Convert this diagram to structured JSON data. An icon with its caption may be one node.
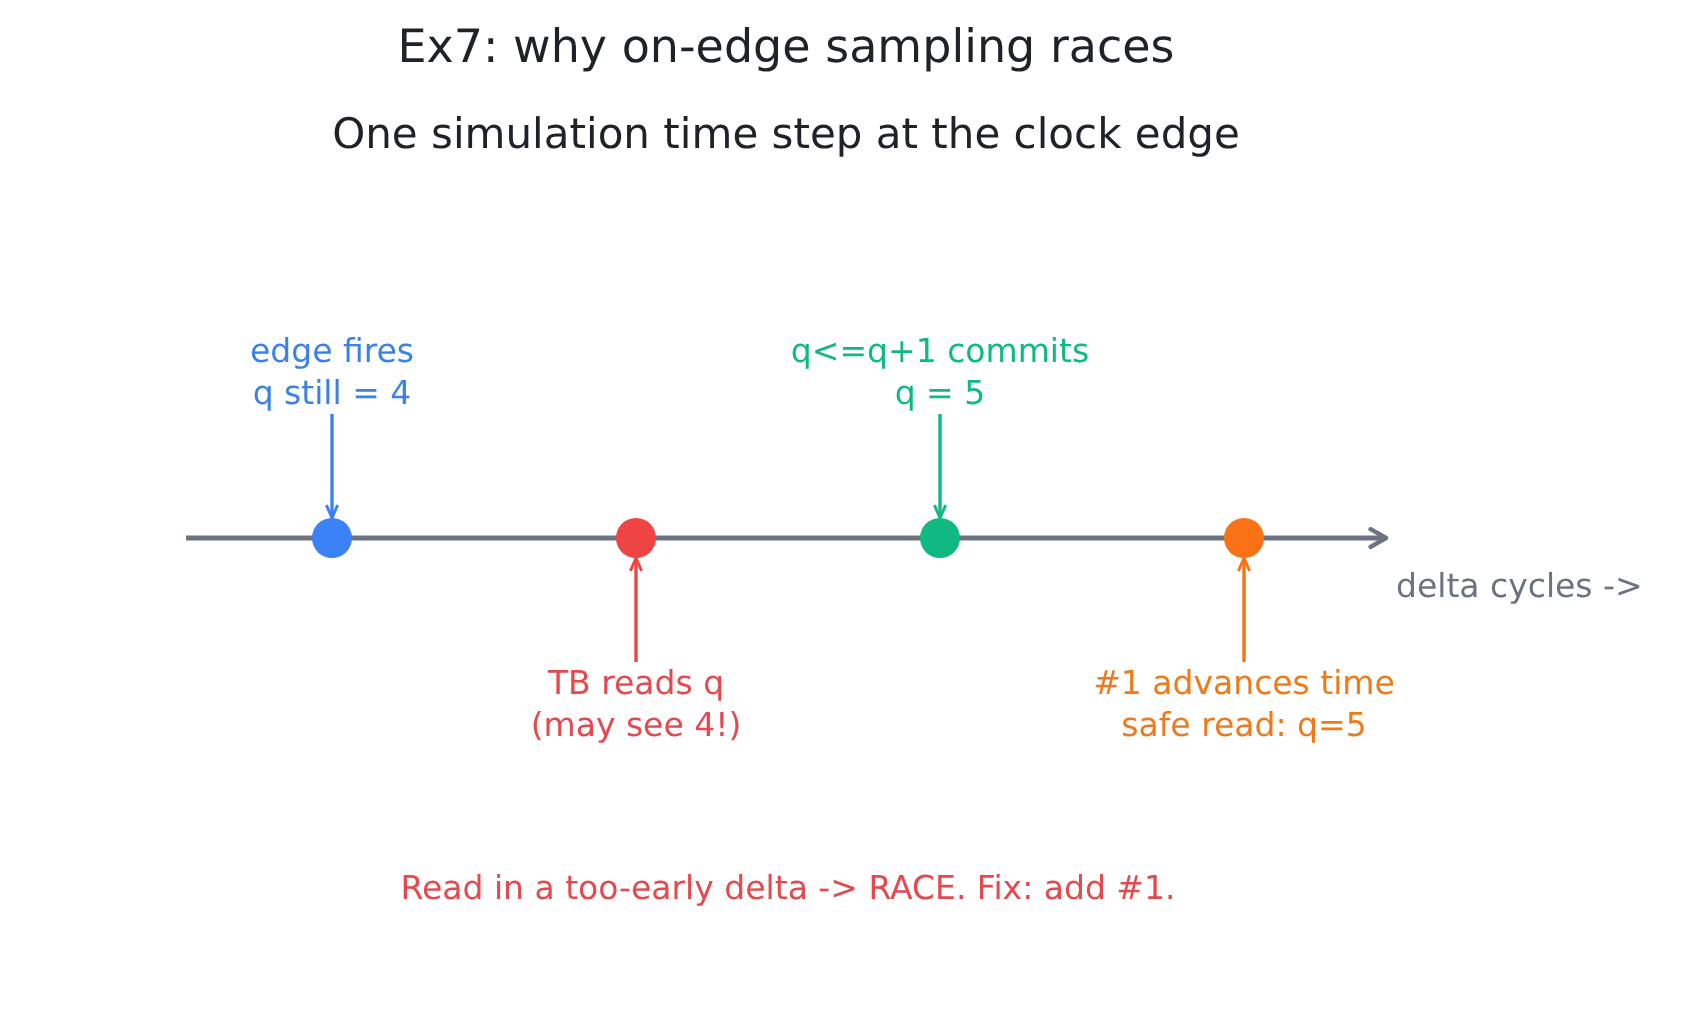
{
  "diagram": {
    "title": "Ex7: why on-edge sampling races",
    "nodes": [
      {
        "text": [
          "edge fires q still = 4"
        ]
      },
      {
        "text": [
          "q<=q+1 commits q = 5"
        ]
      },
      {
        "text": [],
        "shape": "circle"
      },
      {
        "text": [],
        "shape": "circle"
      },
      {
        "text": [],
        "shape": "circle"
      },
      {
        "text": [],
        "shape": "circle"
      },
      {
        "text": [
          "TB reads q (may see 4!)"
        ]
      },
      {
        "text": [
          "#1 advances time safe read: q=5"
        ]
      }
    ],
    "edges": [
      {
        "from": 0,
        "to": 2,
        "arrow": "to",
        "color": "#3b82f6"
      },
      {
        "from": 1,
        "to": 4,
        "arrow": "to",
        "color": "#10b981"
      },
      {
        "from": 6,
        "to": 3,
        "arrow": "to",
        "color": "#ef4444"
      },
      {
        "from": 7,
        "to": 5,
        "arrow": "to",
        "color": "#f97316"
      }
    ],
    "labels": [
      "One simulation time step at the clock edge",
      "delta cycles ->",
      "Read in a too-early delta -> RACE. Fix: add #1."
    ]
  }
}
